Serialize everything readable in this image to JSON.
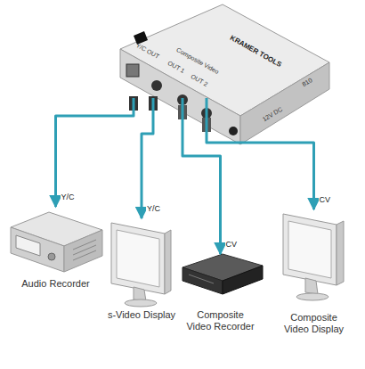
{
  "diagram": {
    "nodes": [
      {
        "text": [
          "KRAMER TOOLS"
        ]
      },
      {
        "text": [
          "Audio Recorder"
        ]
      },
      {
        "text": [
          "s-Video Display"
        ]
      },
      {
        "text": [
          "Composite Video Recorder"
        ]
      },
      {
        "text": [
          "Composite Video Display"
        ]
      }
    ],
    "edges": [
      {
        "from": 0,
        "to": 1,
        "label": "Y/C",
        "arrow": "to"
      },
      {
        "from": 0,
        "to": 2,
        "label": "Y/C",
        "arrow": "to"
      },
      {
        "from": 0,
        "to": 3,
        "label": "CV",
        "arrow": "to"
      },
      {
        "from": 0,
        "to": 4,
        "label": "CV",
        "arrow": "to"
      }
    ],
    "labels": [
      "Y/C OUT",
      "OUT 1",
      "OUT 2",
      "Composite Video",
      "12V DC",
      "810"
    ]
  }
}
